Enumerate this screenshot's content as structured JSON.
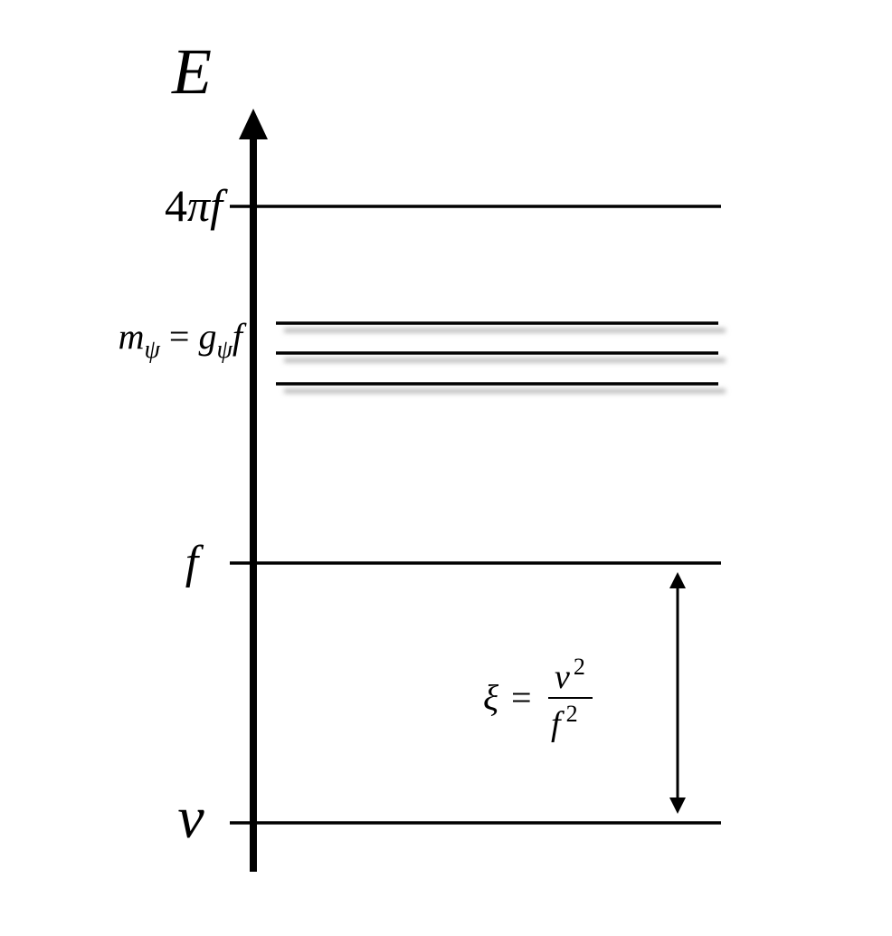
{
  "axis": {
    "label": "E"
  },
  "levels": {
    "cutoff": {
      "prefix": "4",
      "pi": "π",
      "suffix": "f"
    },
    "resonance": {
      "m": "m",
      "m_sub": "ψ",
      "equals": "=",
      "g": "g",
      "g_sub": "ψ",
      "f": "f"
    },
    "f_level": {
      "label": "f"
    },
    "v_level": {
      "label": "v"
    }
  },
  "xi": {
    "symbol": "ξ",
    "equals": "=",
    "numerator": "v",
    "numerator_exp": "2",
    "denominator": "f",
    "denominator_exp": "2"
  },
  "colors": {
    "ink": "#000000",
    "shadow": "#b8b8b8"
  }
}
